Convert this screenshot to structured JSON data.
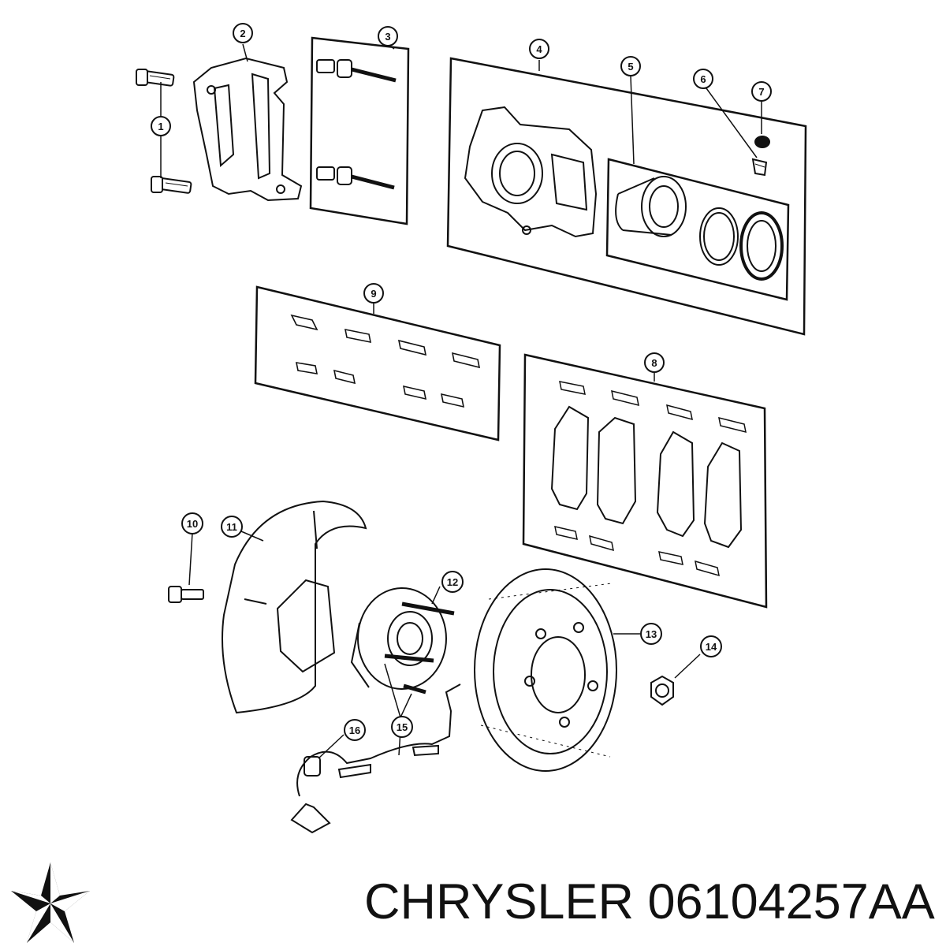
{
  "diagram": {
    "callouts": [
      "1",
      "2",
      "3",
      "4",
      "5",
      "6",
      "7",
      "8",
      "9",
      "10",
      "11",
      "12",
      "13",
      "14",
      "15",
      "16"
    ]
  },
  "footer": {
    "brand": "CHRYSLER",
    "part_number": "06104257AA",
    "title": "CHRYSLER 06104257AA"
  },
  "colors": {
    "line": "#111111",
    "background": "#ffffff",
    "part_fill": "#ffffff"
  },
  "logo": {
    "icon": "chrysler-pentastar-icon"
  }
}
